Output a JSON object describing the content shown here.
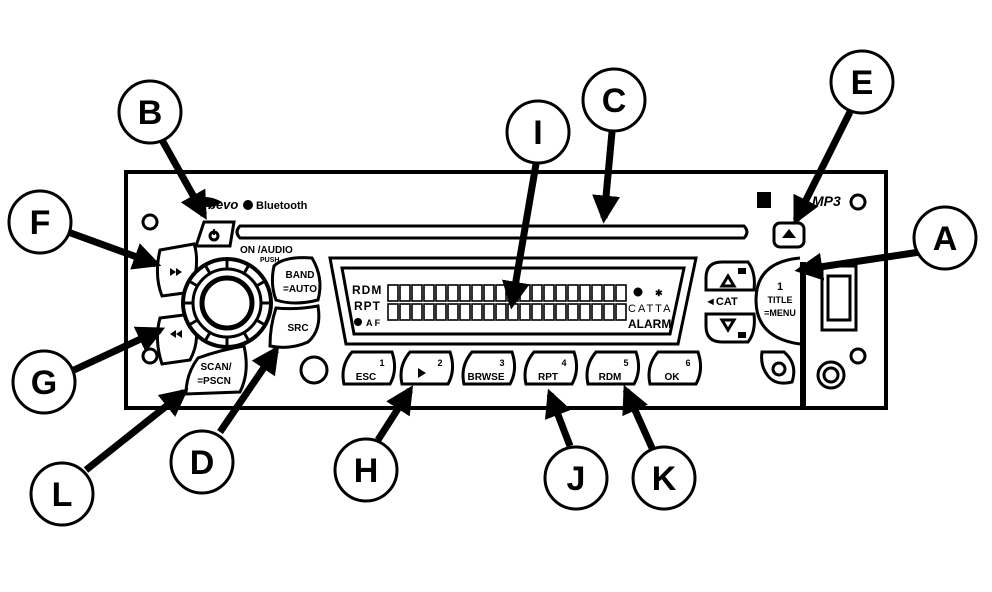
{
  "brand": {
    "logo_text": "bevo",
    "bluetooth_text": "Bluetooth",
    "mp3_text": "MP3"
  },
  "controls": {
    "on_audio": "ON /AUDIO",
    "push": "PUSH",
    "band_line1": "BAND",
    "band_line2": "=AUTO",
    "src": "SRC",
    "scan_line1": "SCAN/",
    "scan_line2": "=PSCN",
    "cat": "◄CAT",
    "title_num": "1",
    "title_line1": "TITLE",
    "title_line2": "=MENU"
  },
  "display": {
    "rdm": "RDM",
    "rpt": "RPT",
    "af": "A F",
    "catta": "CATTA",
    "alarm": "ALARM"
  },
  "presets": [
    {
      "num": "1",
      "label": "ESC"
    },
    {
      "num": "2",
      "label": ""
    },
    {
      "num": "3",
      "label": "BRWSE"
    },
    {
      "num": "4",
      "label": "RPT"
    },
    {
      "num": "5",
      "label": "RDM"
    },
    {
      "num": "6",
      "label": "OK"
    }
  ],
  "callouts": {
    "A": "A",
    "B": "B",
    "C": "C",
    "D": "D",
    "E": "E",
    "F": "F",
    "G": "G",
    "H": "H",
    "I": "I",
    "J": "J",
    "K": "K",
    "L": "L"
  }
}
